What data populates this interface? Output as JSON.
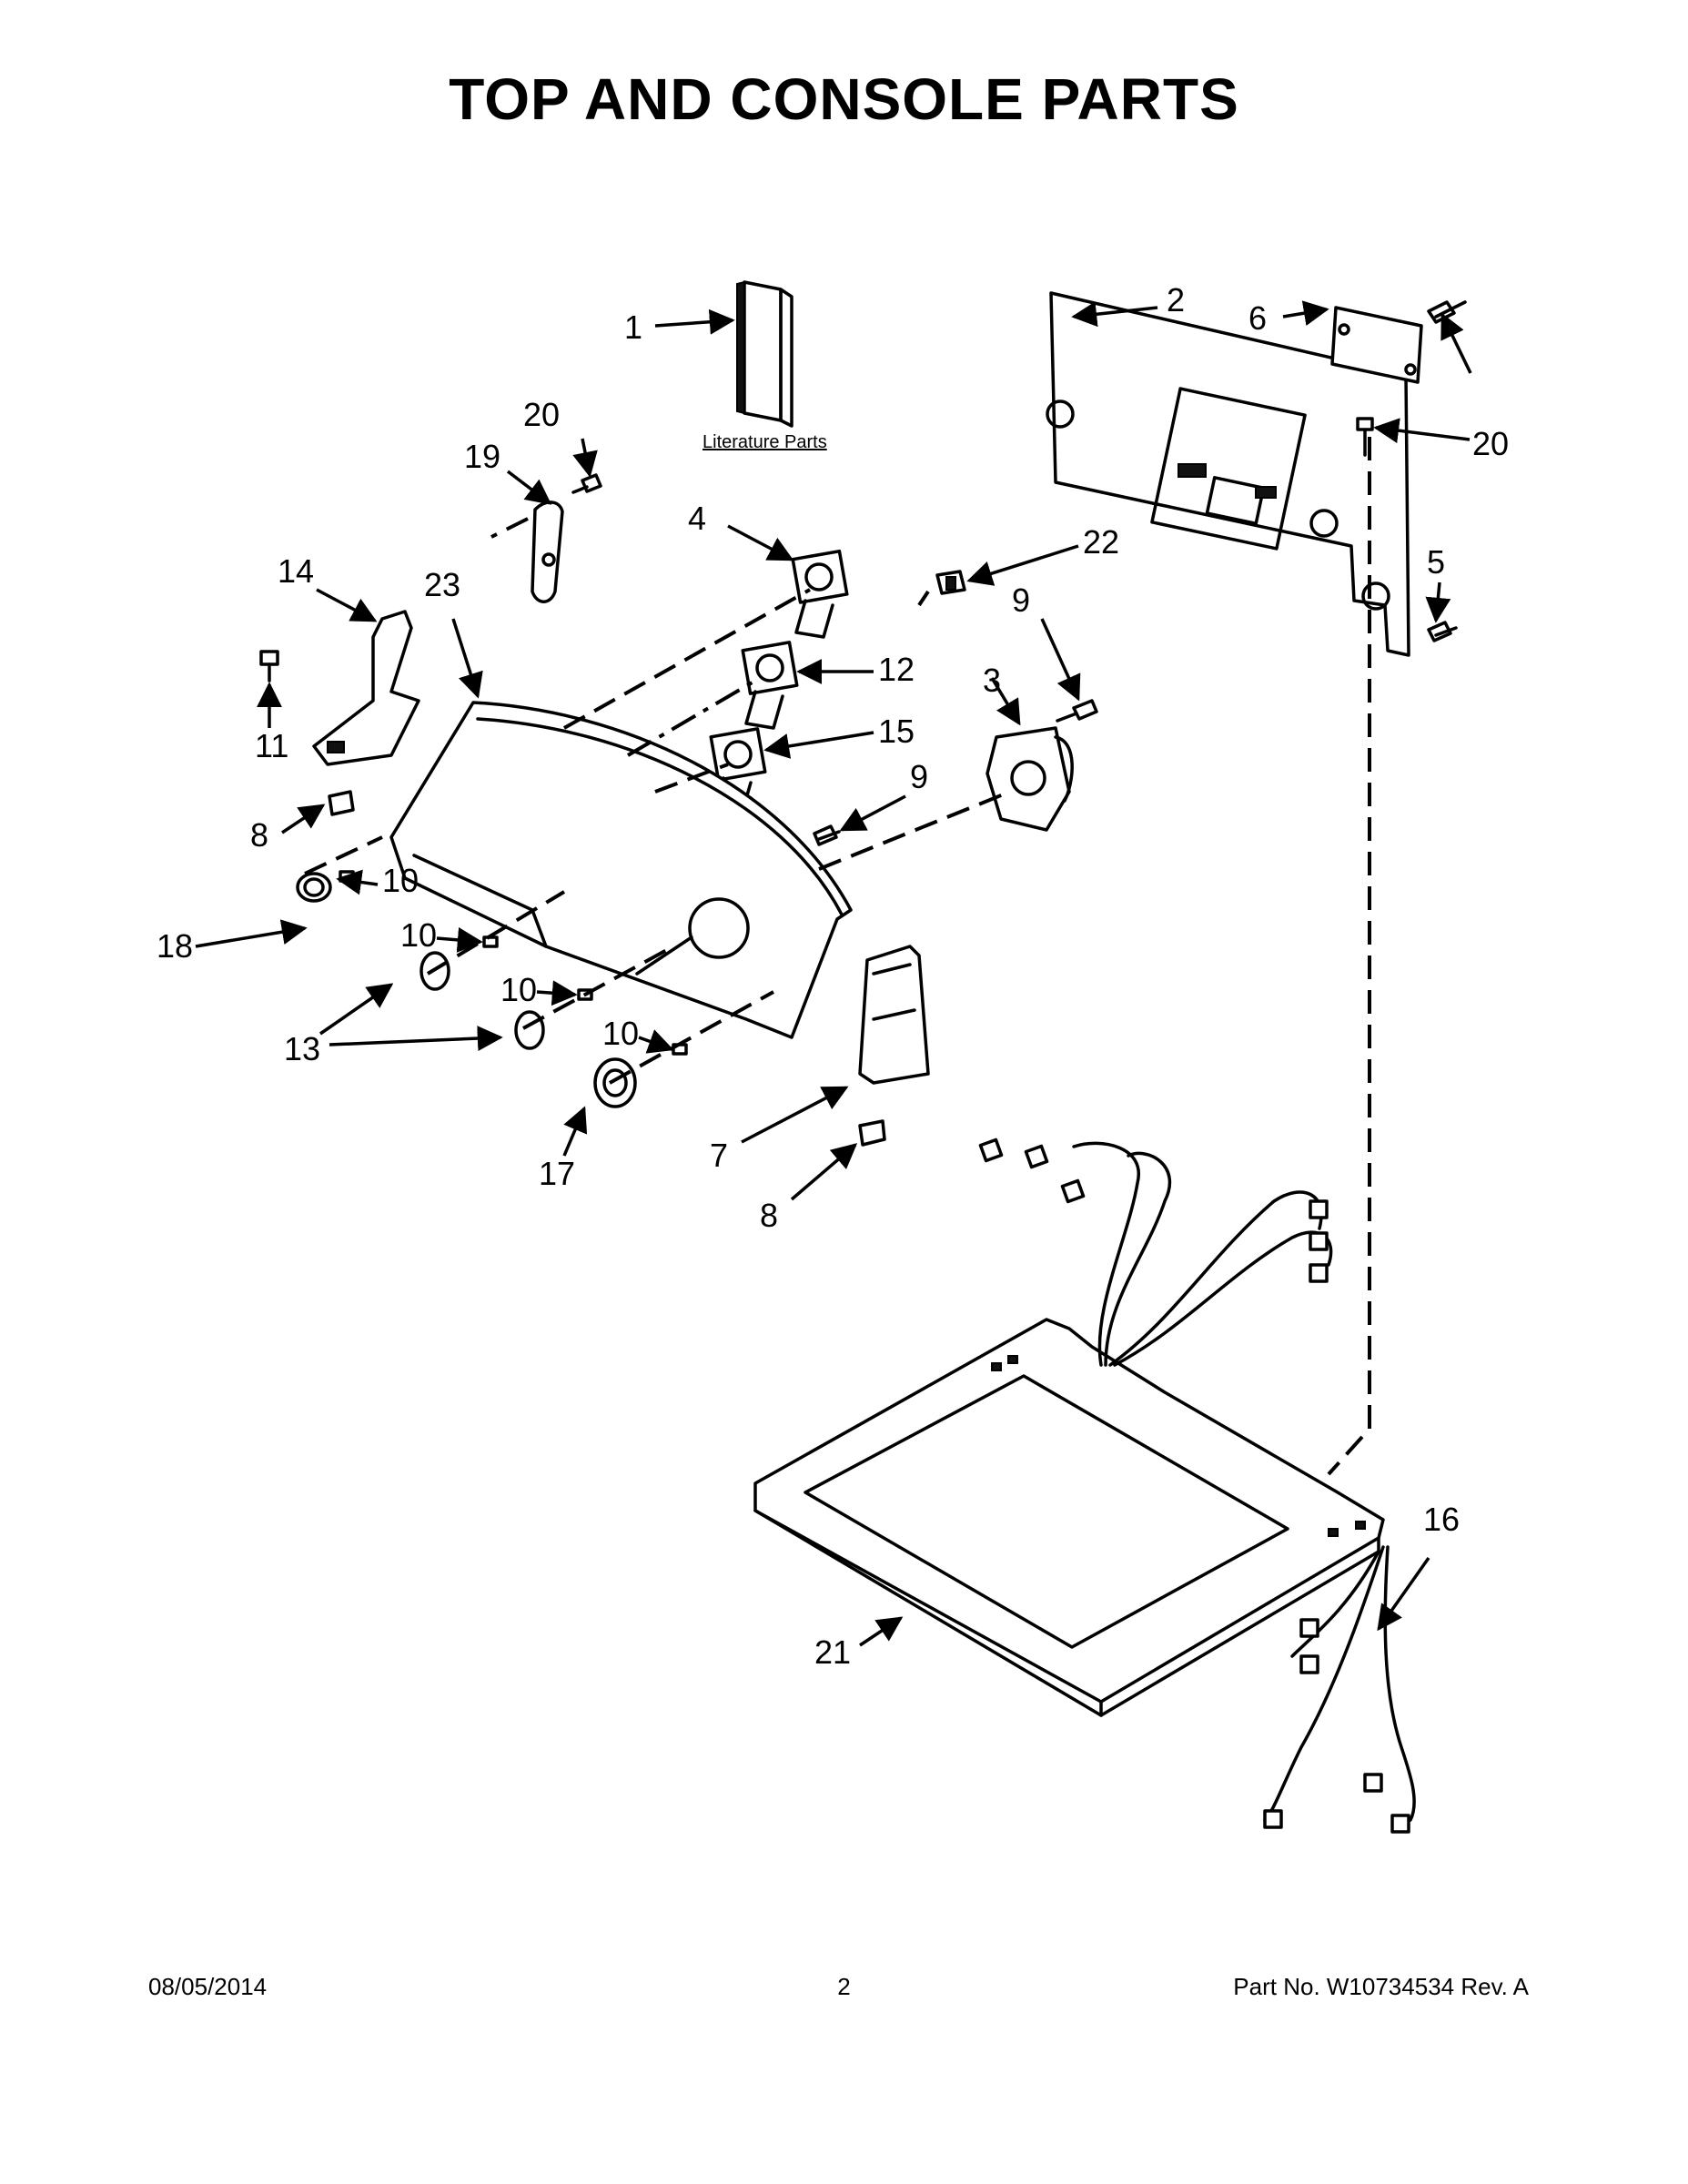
{
  "title": "TOP AND CONSOLE PARTS",
  "literature_label": "Literature Parts",
  "callouts": {
    "c1": "1",
    "c2": "2",
    "c3": "3",
    "c4": "4",
    "c5": "5",
    "c6": "6",
    "c7": "7",
    "c8a": "8",
    "c8b": "8",
    "c9a": "9",
    "c9b": "9",
    "c10a": "10",
    "c10b": "10",
    "c10c": "10",
    "c10d": "10",
    "c11": "11",
    "c12": "12",
    "c13": "13",
    "c14": "14",
    "c15": "15",
    "c16": "16",
    "c17": "17",
    "c18": "18",
    "c19": "19",
    "c20a": "20",
    "c20b": "20",
    "c21": "21",
    "c22": "22",
    "c23": "23"
  },
  "footer": {
    "date": "08/05/2014",
    "page": "2",
    "part": "Part No.  W10734534  Rev.  A"
  }
}
